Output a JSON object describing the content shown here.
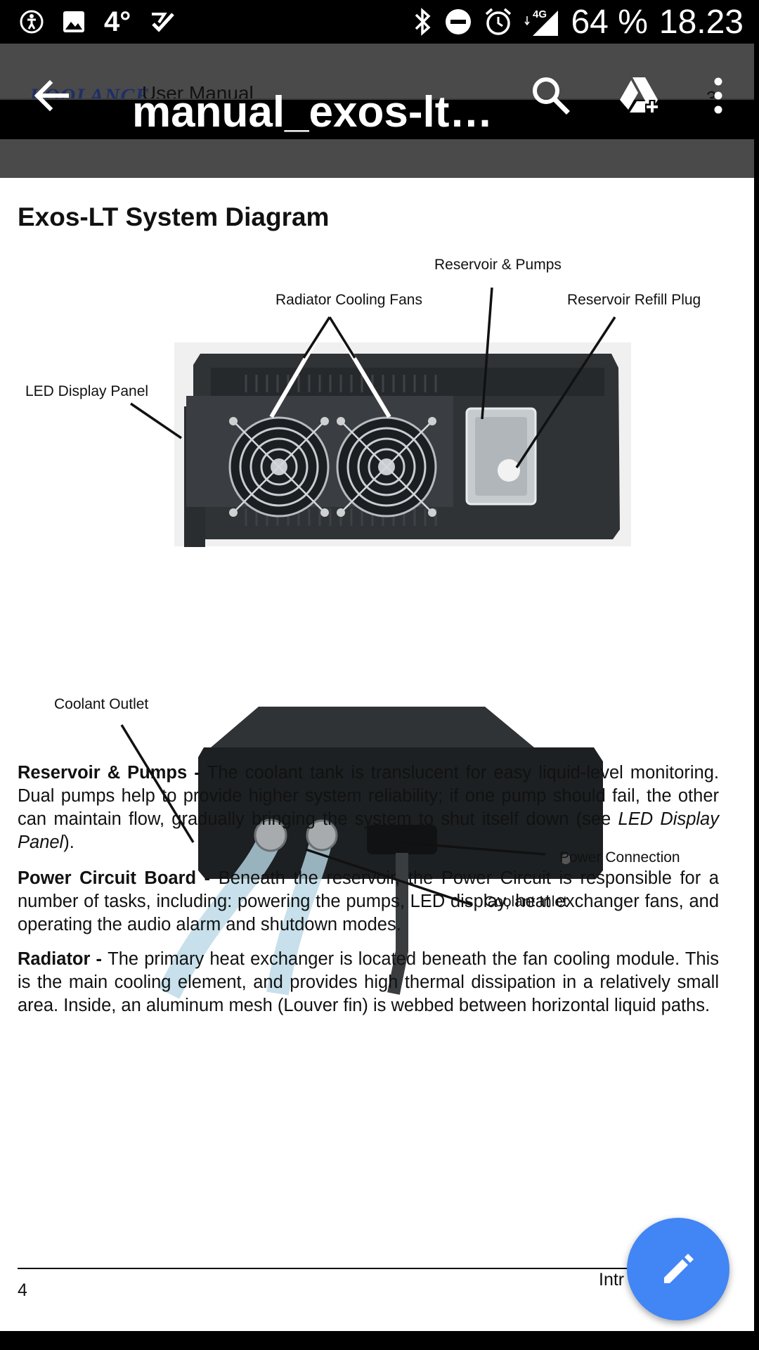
{
  "status_bar": {
    "temperature": "4°",
    "network": "4G",
    "battery": "64 %",
    "time": "18.23"
  },
  "prev_page": {
    "logo": "KOOLANCE",
    "title": "User Manual",
    "page_number": "3"
  },
  "toolbar": {
    "title": "manual_exos-lt…",
    "icons": [
      "back-arrow-icon",
      "search-icon",
      "drive-add-icon",
      "more-vert-icon"
    ]
  },
  "page": {
    "heading": "Exos-LT System Diagram",
    "callouts": {
      "reservoir_pumps": "Reservoir & Pumps",
      "radiator_fans": "Radiator Cooling Fans",
      "refill_plug": "Reservoir Refill Plug",
      "led_panel": "LED Display Panel",
      "coolant_outlet": "Coolant Outlet",
      "power_connection": "Power Connection",
      "coolant_inlet": "Coolant Inlet"
    },
    "paragraphs": [
      {
        "lead": "Reservoir & Pumps - ",
        "text": "The coolant tank is translucent for easy liquid-level monitoring. Dual pumps help to provide higher system reliability; if one pump should fail, the other can maintain flow, gradually bringing the system to shut itself down (see ",
        "italic": "LED Display Panel",
        "tail": ")."
      },
      {
        "lead": "Power Circuit Board - ",
        "text": "Beneath the reservoir, the Power Circuit is responsible for a number of tasks, including: powering the pumps, LED display, heat exchanger fans, and operating the audio alarm and shutdown modes."
      },
      {
        "lead": "Radiator - ",
        "text": "The primary heat exchanger is located beneath the fan cooling module. This is the main cooling element, and provides high thermal dissipation in a relatively small area. Inside, an aluminum mesh (Louver fin) is webbed between horizontal liquid paths."
      }
    ],
    "footer": {
      "page_number": "4",
      "section": "Intr"
    }
  },
  "fab": {
    "icon": "edit-pencil-icon"
  },
  "colors": {
    "fab": "#4285f4",
    "page_bg": "#ffffff",
    "chrome": "#000000"
  }
}
